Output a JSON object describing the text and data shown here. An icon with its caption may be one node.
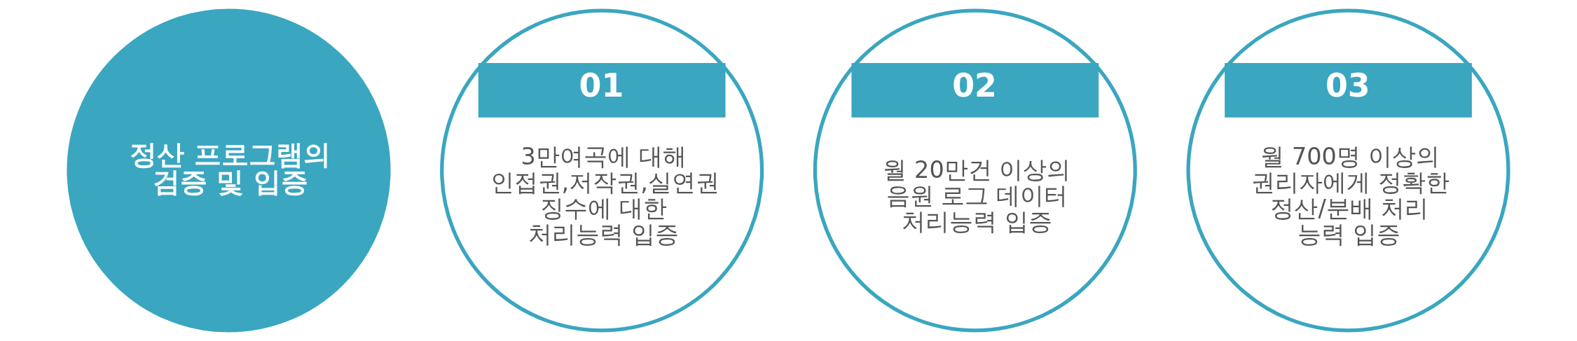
{
  "diagram": {
    "nodes": [
      {
        "text": [
          "정산 프로그램의 검증 및 입증"
        ]
      },
      {
        "text": [
          "01",
          "3만여곡에 대해 인접권,저작권,실연권 징수에 대한 처리능력 입증"
        ]
      },
      {
        "text": [
          "02",
          "월 20만건 이상의 음원 로그 데이터 처리능력 입증"
        ]
      },
      {
        "text": [
          "03",
          "월 700명 이상의 권리자에게 정확한 정산/분배 처리 능력 입증"
        ]
      }
    ]
  }
}
